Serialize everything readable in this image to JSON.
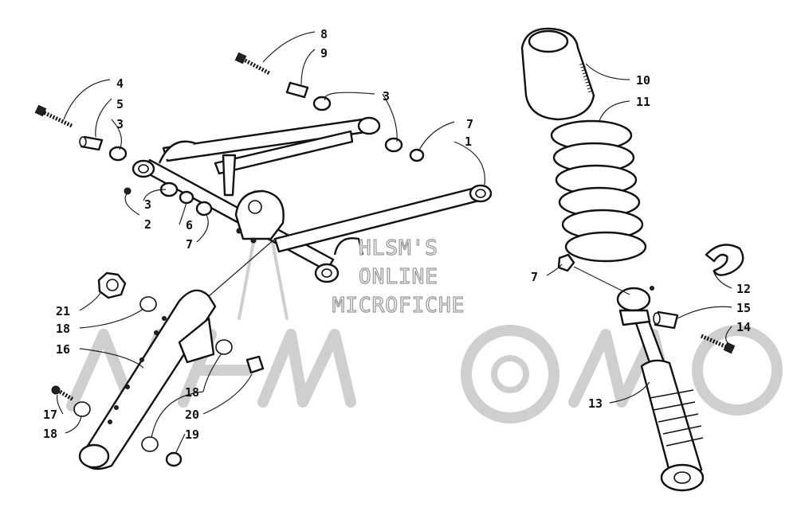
{
  "watermark": {
    "line1": "HLSM'S",
    "line2": "ONLINE",
    "line3": "MICROFICHE"
  },
  "callouts": [
    {
      "id": "c1",
      "label": "1"
    },
    {
      "id": "c2",
      "label": "2"
    },
    {
      "id": "c3a",
      "label": "3"
    },
    {
      "id": "c3b",
      "label": "3"
    },
    {
      "id": "c3c",
      "label": "3"
    },
    {
      "id": "c4",
      "label": "4"
    },
    {
      "id": "c5",
      "label": "5"
    },
    {
      "id": "c6",
      "label": "6"
    },
    {
      "id": "c7a",
      "label": "7"
    },
    {
      "id": "c7b",
      "label": "7"
    },
    {
      "id": "c7c",
      "label": "7"
    },
    {
      "id": "c8",
      "label": "8"
    },
    {
      "id": "c9",
      "label": "9"
    },
    {
      "id": "c10",
      "label": "10"
    },
    {
      "id": "c11",
      "label": "11"
    },
    {
      "id": "c12",
      "label": "12"
    },
    {
      "id": "c13",
      "label": "13"
    },
    {
      "id": "c14",
      "label": "14"
    },
    {
      "id": "c15",
      "label": "15"
    },
    {
      "id": "c16",
      "label": "16"
    },
    {
      "id": "c17",
      "label": "17"
    },
    {
      "id": "c18a",
      "label": "18"
    },
    {
      "id": "c18b",
      "label": "18"
    },
    {
      "id": "c18c",
      "label": "18"
    },
    {
      "id": "c19",
      "label": "19"
    },
    {
      "id": "c20",
      "label": "20"
    },
    {
      "id": "c21",
      "label": "21"
    }
  ]
}
